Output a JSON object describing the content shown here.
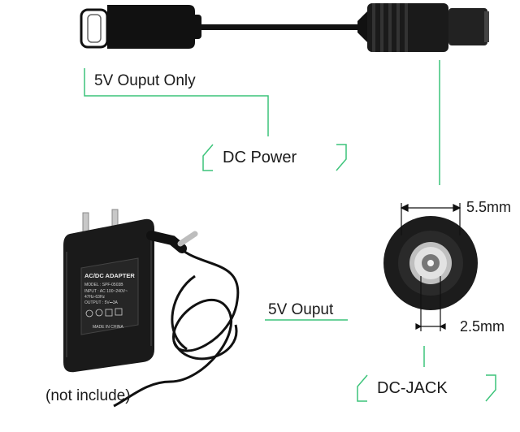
{
  "labels": {
    "output_only": "5V Ouput Only",
    "dc_power": "DC Power",
    "size_outer": "5.5mm",
    "size_inner": "2.5mm",
    "output": "5V Ouput",
    "dc_jack": "DC-JACK",
    "not_include": "(not include)"
  },
  "adapter_label": {
    "title": "AC/DC ADAPTER",
    "model": "MODEL : SPF-0503B",
    "input": "INPUT : AC 100~240V~",
    "freq": "47Hz-63Hz",
    "output": "OUTPUT : 5V⎓3A",
    "made_in": "MADE IN CHINA"
  },
  "colors": {
    "accent_green": "#3cc47a",
    "cable_black": "#111111",
    "metal": "#c8c8c8",
    "text": "#1a1a1a"
  }
}
